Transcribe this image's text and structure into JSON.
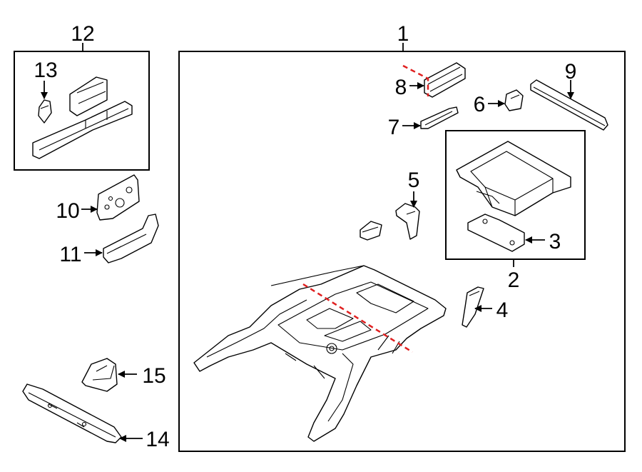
{
  "diagram": {
    "callouts": [
      "1",
      "2",
      "3",
      "4",
      "5",
      "6",
      "7",
      "8",
      "9",
      "10",
      "11",
      "12",
      "13",
      "14",
      "15"
    ],
    "colors": {
      "line": "#000000",
      "cut_line": "#e02020",
      "background": "#ffffff"
    }
  }
}
